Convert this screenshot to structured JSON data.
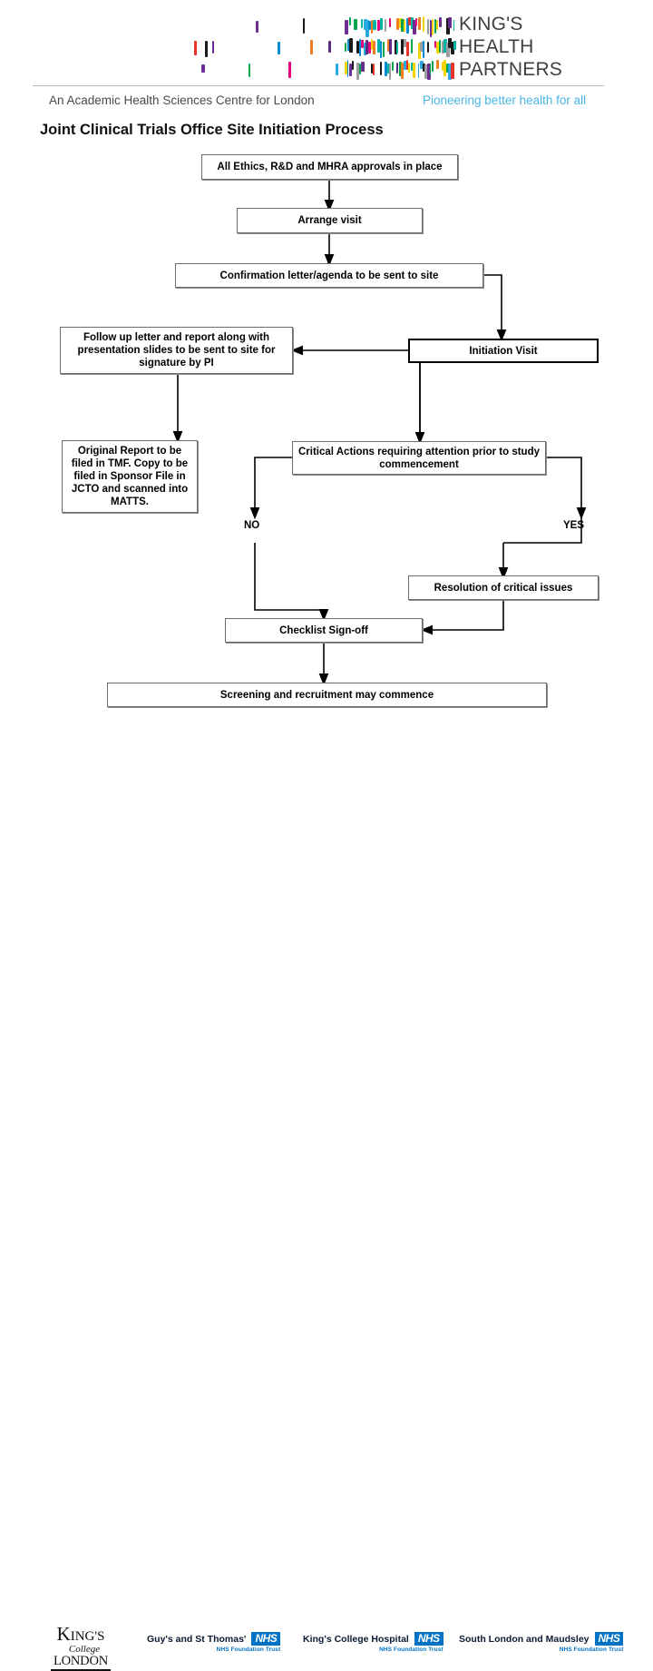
{
  "header": {
    "logo_lines": [
      "KING'S",
      "HEALTH",
      "PARTNERS"
    ],
    "tagline_left": "An Academic Health Sciences Centre for London",
    "tagline_right": "Pioneering better health for all",
    "accent_color": "#49b6e4"
  },
  "page_title": "Joint Clinical Trials Office Site Initiation Process",
  "flowchart": {
    "nodes": [
      {
        "id": "approvals",
        "label": "All Ethics, R&D and MHRA approvals in place"
      },
      {
        "id": "arrange",
        "label": "Arrange visit"
      },
      {
        "id": "confirmation",
        "label": "Confirmation letter/agenda to be sent to site"
      },
      {
        "id": "followup",
        "label": "Follow up letter and report along with presentation slides to be sent to site for signature by PI"
      },
      {
        "id": "initiation",
        "label": "Initiation Visit"
      },
      {
        "id": "original",
        "label": "Original Report to be filed in TMF. Copy to be filed in Sponsor File in JCTO and scanned into MATTS."
      },
      {
        "id": "critical",
        "label": "Critical Actions requiring attention prior to study commencement"
      },
      {
        "id": "resolution",
        "label": "Resolution of critical issues"
      },
      {
        "id": "checklist",
        "label": "Checklist Sign-off"
      },
      {
        "id": "screening",
        "label": "Screening and recruitment may commence"
      }
    ],
    "branch_labels": {
      "no": "NO",
      "yes": "YES"
    }
  },
  "footer": {
    "kcl": {
      "line1_k": "K",
      "line1_rest": "ING'S",
      "line2": "College",
      "line3": "LONDON"
    },
    "trusts": [
      {
        "name": "Guy's and St Thomas'",
        "nhs": "NHS",
        "sub": "NHS Foundation Trust"
      },
      {
        "name": "King's College Hospital",
        "nhs": "NHS",
        "sub": "NHS Foundation Trust"
      },
      {
        "name": "South London and Maudsley",
        "nhs": "NHS",
        "sub": "NHS Foundation Trust"
      }
    ]
  }
}
